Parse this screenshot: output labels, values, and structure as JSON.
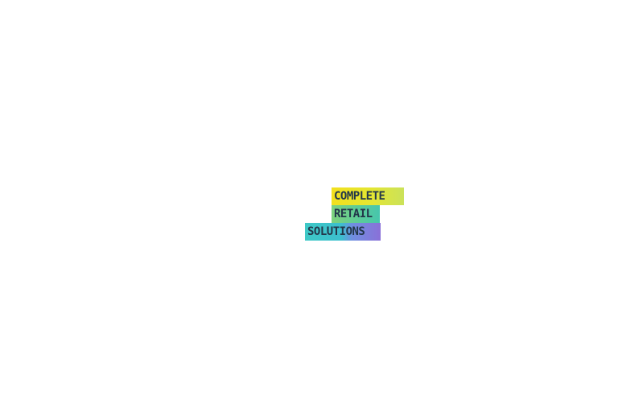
{
  "logo": {
    "lines": [
      "COMPLETE",
      "RETAIL",
      "SOLUTIONS"
    ],
    "colors": {
      "text": "#23374a",
      "line1": "#f2e01d",
      "line2": "#5dcb97",
      "line3_start": "#3ec8c6",
      "line3_end": "#8a70d8"
    }
  }
}
